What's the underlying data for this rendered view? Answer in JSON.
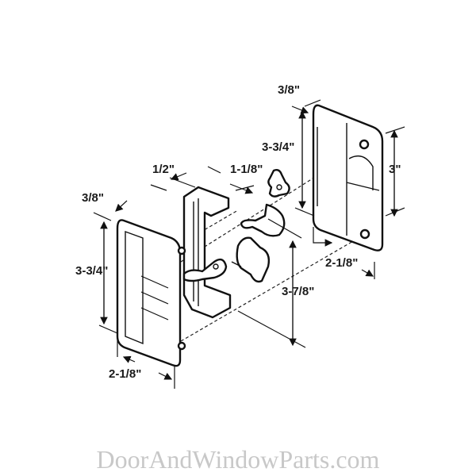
{
  "diagram": {
    "dimensions": {
      "right_plate_depth": "3/8\"",
      "right_plate_height": "3-3/4\"",
      "right_hole_spacing": "3\"",
      "bracket_depth": "1/2\"",
      "bracket_width": "1-1/8\"",
      "left_plate_depth": "3/8\"",
      "left_plate_height": "3-3/4\"",
      "right_plate_width": "2-1/8\"",
      "overall_spacing": "3-7/8\"",
      "left_plate_width": "2-1/8\""
    },
    "watermark": "DoorAndWindowParts.com"
  }
}
